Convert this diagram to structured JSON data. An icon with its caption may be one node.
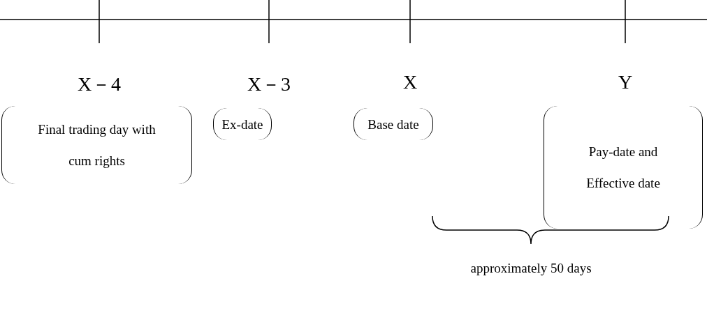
{
  "diagram": {
    "nodes": [
      {
        "text": [
          "Final trading day with cum rights"
        ]
      },
      {
        "text": [
          "Ex-date"
        ]
      },
      {
        "text": [
          "Base date"
        ]
      },
      {
        "text": [
          "Pay-date and Effective date"
        ]
      }
    ],
    "labels": [
      "X－4",
      "X－3",
      "X",
      "Y",
      "approximately 50 days"
    ]
  }
}
